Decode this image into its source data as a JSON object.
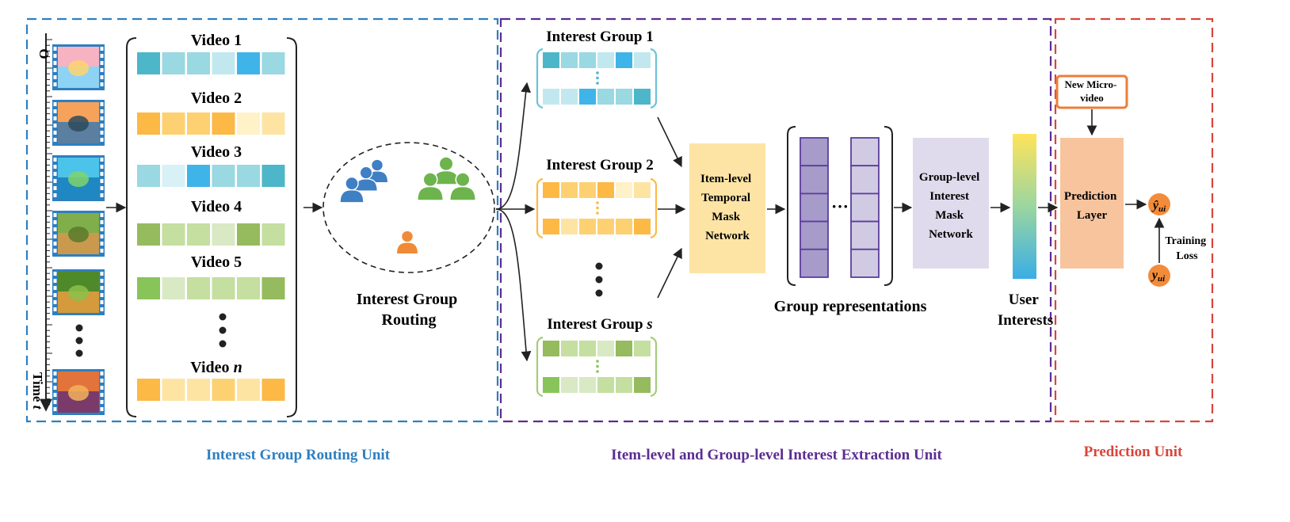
{
  "units": {
    "routing": "Interest Group Routing Unit",
    "extraction": "Item-level and Group-level Interest Extraction Unit",
    "prediction": "Prediction Unit"
  },
  "timeline": {
    "origin": "O",
    "label": "Time",
    "var": "t"
  },
  "videos": [
    {
      "label": "Video 1",
      "cells": [
        "#4db6c9",
        "#9ad8e2",
        "#9ad8e2",
        "#c2e8ef",
        "#3fb4e8",
        "#9ad8e2"
      ]
    },
    {
      "label": "Video 2",
      "cells": [
        "#fdb945",
        "#fdd172",
        "#fdd172",
        "#fdb945",
        "#fff1c8",
        "#fee4a3"
      ]
    },
    {
      "label": "Video 3",
      "cells": [
        "#9ad8e2",
        "#d7f1f6",
        "#3fb4e8",
        "#9ad8e2",
        "#9ad8e2",
        "#4db6c9"
      ]
    },
    {
      "label": "Video 4",
      "cells": [
        "#95bb5e",
        "#c4dfa0",
        "#c4dfa0",
        "#d8e9c4",
        "#95bb5e",
        "#c4dfa0"
      ]
    },
    {
      "label": "Video 5",
      "cells": [
        "#89c45a",
        "#d8e9c4",
        "#c4dfa0",
        "#c4dfa0",
        "#c4dfa0",
        "#95bb5e"
      ]
    },
    {
      "label": "Video",
      "var": "n",
      "cells": [
        "#fdb945",
        "#fee4a3",
        "#fee4a3",
        "#fdd172",
        "#fee4a3",
        "#fdb945"
      ]
    }
  ],
  "routing_label": [
    "Interest Group",
    "Routing"
  ],
  "groups": [
    {
      "label": "Interest Group 1",
      "top": [
        "#4db6c9",
        "#9ad8e2",
        "#9ad8e2",
        "#c2e8ef",
        "#3fb4e8",
        "#c2e8ef"
      ],
      "bottom": [
        "#c2e8ef",
        "#c2e8ef",
        "#3fb4e8",
        "#9ad8e2",
        "#9ad8e2",
        "#4db6c9"
      ],
      "border": "#69c3d8",
      "dots": "#4db6c9"
    },
    {
      "label": "Interest Group 2",
      "top": [
        "#fdb945",
        "#fdd172",
        "#fdd172",
        "#fdb945",
        "#fff1c8",
        "#fee4a3"
      ],
      "bottom": [
        "#fdb945",
        "#fee4a3",
        "#fdd172",
        "#fdd172",
        "#fdd172",
        "#fdb945"
      ],
      "border": "#fdb945",
      "dots": "#fdb945"
    },
    {
      "label": "Interest Group",
      "var": "s",
      "top": [
        "#95bb5e",
        "#c4dfa0",
        "#c4dfa0",
        "#d8e9c4",
        "#95bb5e",
        "#c4dfa0"
      ],
      "bottom": [
        "#89c45a",
        "#d8e9c4",
        "#d8e9c4",
        "#c4dfa0",
        "#c4dfa0",
        "#95bb5e"
      ],
      "border": "#a3cd7a",
      "dots": "#89c45a"
    }
  ],
  "item_mask": [
    "Item-level",
    "Temporal",
    "Mask",
    "Network"
  ],
  "group_repr_label": "Group representations",
  "group_mask": [
    "Group-level",
    "Interest",
    "Mask",
    "Network"
  ],
  "user_interests": [
    "User",
    "Interests"
  ],
  "new_video": [
    "New Micro-",
    "video"
  ],
  "prediction_layer": [
    "Prediction",
    "Layer"
  ],
  "training_loss": [
    "Training",
    "Loss"
  ],
  "y_hat": {
    "base": "ŷ",
    "sub": "ui"
  },
  "y_true": {
    "base": "y",
    "sub": "ui"
  },
  "colors": {
    "routing_unit": "#2e7fc0",
    "extraction_unit": "#5b2d91",
    "prediction_unit": "#d9443a",
    "item_mask_fill": "#fde4a5",
    "group_mask_fill": "#e0dbec",
    "prediction_fill": "#f8c49e",
    "repr_fill_dark": "#a79bc9",
    "repr_fill_light": "#d0cbe3",
    "repr_stroke": "#5b3e9c",
    "node_fill": "#f28c3a",
    "new_video_border": "#ee7d3a",
    "user_blue": "#3f7fc4",
    "user_green": "#6db44e",
    "user_orange": "#f08a36"
  }
}
